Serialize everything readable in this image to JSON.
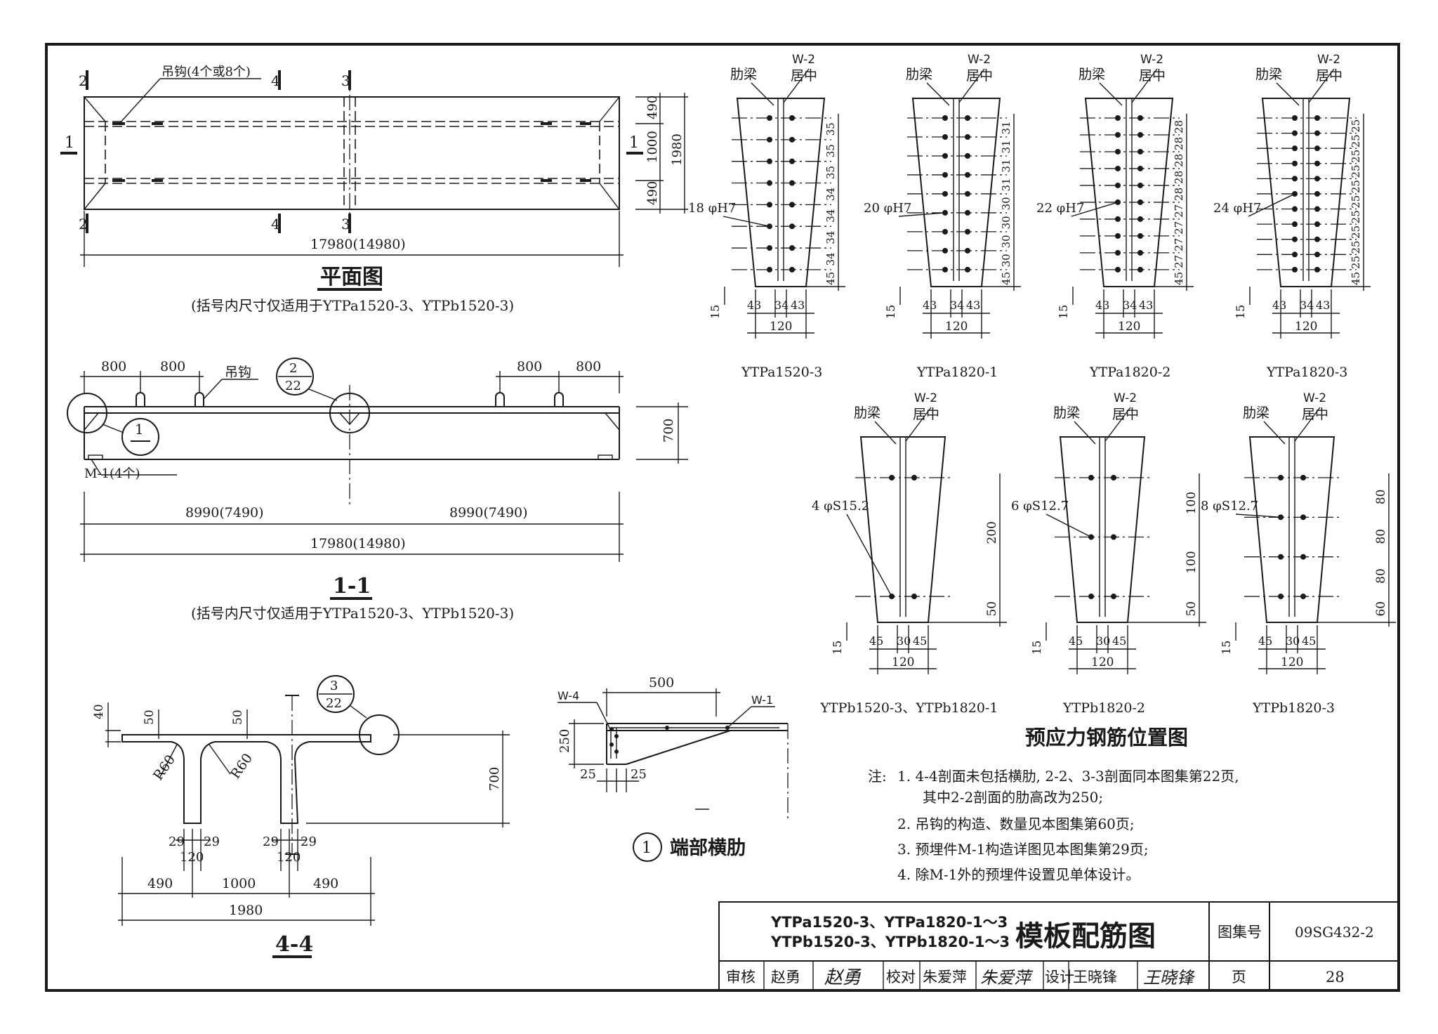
{
  "plan": {
    "title": "平面图",
    "note": "(括号内尺寸仅适用于YTPa1520-3、YTPb1520-3)",
    "hook_label": "吊钩(4个或8个)",
    "sec_1": "1",
    "sec_2": "2",
    "sec_3": "3",
    "sec_4": "4",
    "dim_490a": "490",
    "dim_1000": "1000",
    "dim_490b": "490",
    "dim_1980": "1980",
    "dim_length": "17980(14980)"
  },
  "section11": {
    "title": "1-1",
    "note": "(括号内尺寸仅适用于YTPa1520-3、YTPb1520-3)",
    "hook_label": "吊钩",
    "dims_left": [
      "800",
      "800"
    ],
    "dims_right": [
      "800",
      "800"
    ],
    "detail2_num": "2",
    "detail2_page": "22",
    "detail1_num": "1",
    "embed_label": "M-1(4个)",
    "height": "700",
    "half_left": "8990(7490)",
    "half_right": "8990(7490)",
    "total": "17980(14980)"
  },
  "section44": {
    "title": "4-4",
    "detail3_num": "3",
    "detail3_page": "22",
    "dim_40": "40",
    "dim_50a": "50",
    "dim_50b": "50",
    "r60a": "R60",
    "r60b": "R60",
    "height": "700",
    "dim_29a": "29",
    "dim_29b": "29",
    "dim_29c": "29",
    "dim_29d": "29",
    "dim_120a": "120",
    "dim_120b": "120",
    "dim_490a": "490",
    "dim_1000": "1000",
    "dim_490b": "490",
    "dim_1980": "1980"
  },
  "end_rib": {
    "title": "端部横肋",
    "num": "1",
    "w4": "W-4",
    "w1": "W-1",
    "dim_500": "500",
    "dim_250": "250",
    "dim_25a": "25",
    "dim_25b": "25"
  },
  "rebar_title": "预应力钢筋位置图",
  "common_labels": {
    "rib": "肋梁",
    "w2": "W-2",
    "center": "居中",
    "dim_15": "15",
    "dim_120": "120"
  },
  "ribs_top": [
    {
      "name": "YTPa1520-3",
      "bar": "18 φH7",
      "spacings": [
        "35",
        "35",
        "35",
        "34",
        "34",
        "34",
        "34"
      ],
      "bottom": "45",
      "widths": [
        "43",
        "34",
        "43"
      ]
    },
    {
      "name": "YTPa1820-1",
      "bar": "20 φH7",
      "spacings": [
        "31",
        "31",
        "31",
        "31",
        "30",
        "30",
        "30",
        "30"
      ],
      "bottom": "45",
      "widths": [
        "43",
        "34",
        "43"
      ]
    },
    {
      "name": "YTPa1820-2",
      "bar": "22 φH7",
      "spacings": [
        "28",
        "28",
        "28",
        "28",
        "28",
        "27",
        "27",
        "27",
        "27"
      ],
      "bottom": "45",
      "widths": [
        "43",
        "34",
        "43"
      ]
    },
    {
      "name": "YTPa1820-3",
      "bar": "24 φH7",
      "spacings": [
        "25",
        "25",
        "25",
        "25",
        "25",
        "25",
        "25",
        "25",
        "25",
        "25"
      ],
      "bottom": "45",
      "widths": [
        "43",
        "34",
        "43"
      ]
    }
  ],
  "ribs_bottom": [
    {
      "name": "YTPb1520-3、YTPb1820-1",
      "bar": "4 φS15.2",
      "spacings": [
        "200"
      ],
      "bottom": "50",
      "widths": [
        "45",
        "30",
        "45"
      ]
    },
    {
      "name": "YTPb1820-2",
      "bar": "6 φS12.7",
      "spacings": [
        "100",
        "100"
      ],
      "bottom": "50",
      "widths": [
        "45",
        "30",
        "45"
      ]
    },
    {
      "name": "YTPb1820-3",
      "bar": "8 φS12.7",
      "spacings": [
        "80",
        "80",
        "80"
      ],
      "bottom": "60",
      "widths": [
        "45",
        "30",
        "45"
      ]
    }
  ],
  "notes": {
    "label": "注:",
    "lines": [
      "1. 4-4剖面未包括横肋, 2-2、3-3剖面同本图集第22页,",
      "其中2-2剖面的肋高改为250;",
      "2. 吊钩的构造、数量见本图集第60页;",
      "3. 预埋件M-1构造详图见本图集第29页;",
      "4. 除M-1外的预埋件设置见单体设计。"
    ]
  },
  "title_block": {
    "codes_line1": "YTPa1520-3、YTPa1820-1～3",
    "codes_line2": "YTPb1520-3、YTPb1820-1～3",
    "drawing_title": "模板配筋图",
    "atlas_label": "图集号",
    "atlas_no": "09SG432-2",
    "review_label": "审核",
    "review_name": "赵勇",
    "review_sign": "赵勇",
    "check_label": "校对",
    "check_name": "朱爱萍",
    "check_sign": "朱爱萍",
    "design_label": "设计",
    "design_name": "王晓锋",
    "design_sign": "王晓锋",
    "page_label": "页",
    "page_no": "28"
  }
}
